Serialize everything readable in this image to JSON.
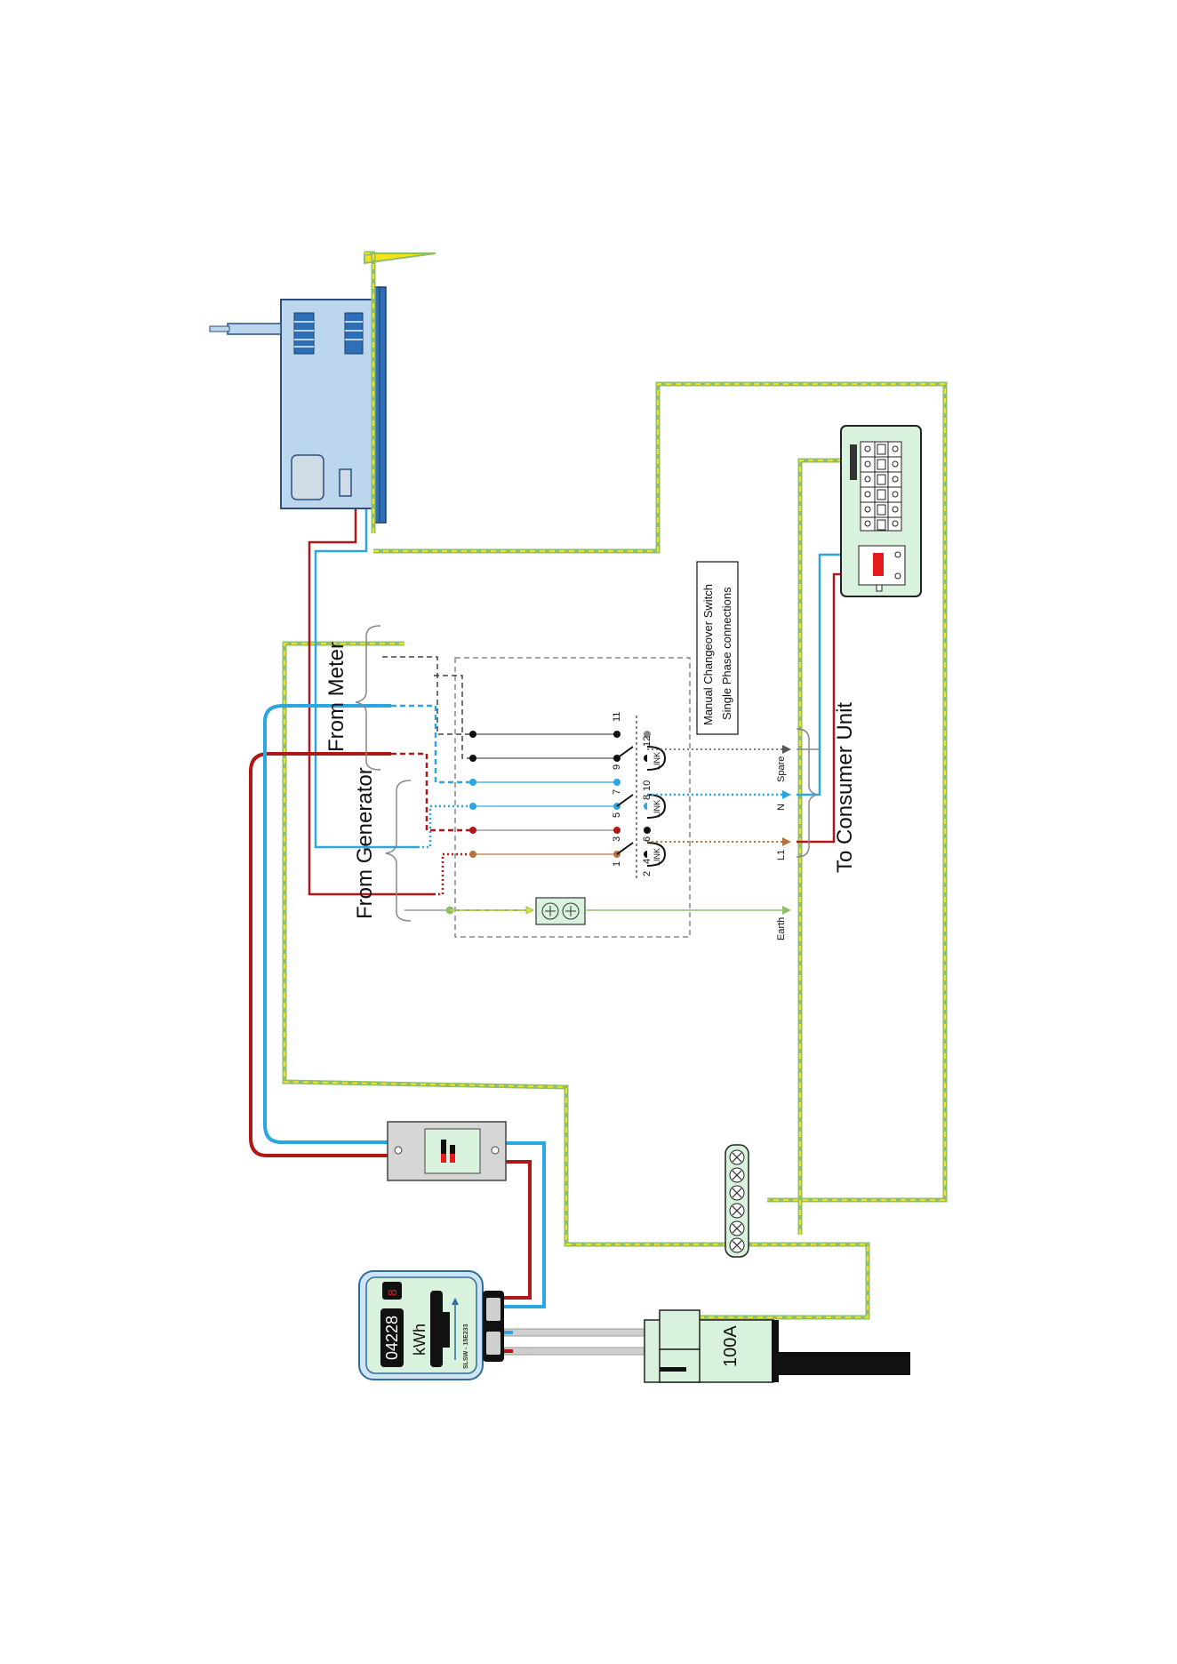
{
  "labels": {
    "from_meter": "From Meter",
    "from_generator": "From Generator",
    "to_consumer_unit": "To Consumer Unit",
    "switch_title_line1": "Manual Changeover Switch",
    "switch_title_line2": "Single Phase connections",
    "spare": "Spare",
    "neutral": "N",
    "live": "L1",
    "earth": "Earth",
    "link": "LINK"
  },
  "terminals": {
    "top": [
      "11",
      "9",
      "7",
      "5",
      "3",
      "1"
    ],
    "bottom": [
      "12",
      "10",
      "8",
      "6",
      "4",
      "2"
    ]
  },
  "meter": {
    "reading": "04228",
    "unit": "kWh",
    "indicator": "8",
    "serial": "SLSW - 15E233"
  },
  "main_fuse": {
    "rating": "100A"
  },
  "colors": {
    "live": "#b01818",
    "neutral": "#2aa6e0",
    "earth_green": "#8fbf6a",
    "earth_yellow": "#f4e21a",
    "generator_body": "#bcd6ee",
    "component_fill": "#d9f2dd"
  }
}
